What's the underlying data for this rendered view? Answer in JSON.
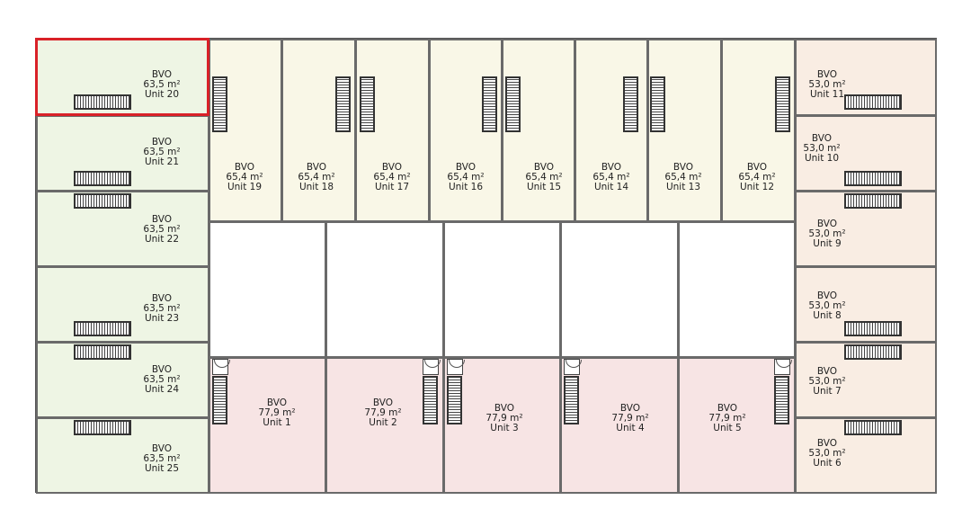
{
  "colors": {
    "green": "#eef5e4",
    "yellow": "#f9f7e7",
    "pink": "#f7e4e4",
    "peach": "#f9ede3",
    "highlight": "#d92128"
  },
  "highlighted_unit": "Unit 20",
  "units": [
    {
      "id": "u20",
      "type": "BVO",
      "area": "63,5 m²",
      "name": "Unit 20",
      "zone": "green"
    },
    {
      "id": "u21",
      "type": "BVO",
      "area": "63,5 m²",
      "name": "Unit 21",
      "zone": "green"
    },
    {
      "id": "u22",
      "type": "BVO",
      "area": "63,5 m²",
      "name": "Unit 22",
      "zone": "green"
    },
    {
      "id": "u23",
      "type": "BVO",
      "area": "63,5 m²",
      "name": "Unit 23",
      "zone": "green"
    },
    {
      "id": "u24",
      "type": "BVO",
      "area": "63,5 m²",
      "name": "Unit 24",
      "zone": "green"
    },
    {
      "id": "u25",
      "type": "BVO",
      "area": "63,5 m²",
      "name": "Unit 25",
      "zone": "green"
    },
    {
      "id": "u19",
      "type": "BVO",
      "area": "65,4 m²",
      "name": "Unit 19",
      "zone": "yellow"
    },
    {
      "id": "u18",
      "type": "BVO",
      "area": "65,4 m²",
      "name": "Unit 18",
      "zone": "yellow"
    },
    {
      "id": "u17",
      "type": "BVO",
      "area": "65,4 m²",
      "name": "Unit 17",
      "zone": "yellow"
    },
    {
      "id": "u16",
      "type": "BVO",
      "area": "65,4 m²",
      "name": "Unit 16",
      "zone": "yellow"
    },
    {
      "id": "u15",
      "type": "BVO",
      "area": "65,4 m²",
      "name": "Unit 15",
      "zone": "yellow"
    },
    {
      "id": "u14",
      "type": "BVO",
      "area": "65,4 m²",
      "name": "Unit 14",
      "zone": "yellow"
    },
    {
      "id": "u13",
      "type": "BVO",
      "area": "65,4 m²",
      "name": "Unit 13",
      "zone": "yellow"
    },
    {
      "id": "u12",
      "type": "BVO",
      "area": "65,4 m²",
      "name": "Unit 12",
      "zone": "yellow"
    },
    {
      "id": "u11",
      "type": "BVO",
      "area": "53,0 m²",
      "name": "Unit 11",
      "zone": "peach"
    },
    {
      "id": "u10",
      "type": "BVO",
      "area": "53,0 m²",
      "name": "Unit 10",
      "zone": "peach"
    },
    {
      "id": "u9",
      "type": "BVO",
      "area": "53,0 m²",
      "name": "Unit 9",
      "zone": "peach"
    },
    {
      "id": "u8",
      "type": "BVO",
      "area": "53,0 m²",
      "name": "Unit 8",
      "zone": "peach"
    },
    {
      "id": "u7",
      "type": "BVO",
      "area": "53,0 m²",
      "name": "Unit 7",
      "zone": "peach"
    },
    {
      "id": "u6",
      "type": "BVO",
      "area": "53,0 m²",
      "name": "Unit 6",
      "zone": "peach"
    },
    {
      "id": "u1",
      "type": "BVO",
      "area": "77,9 m²",
      "name": "Unit 1",
      "zone": "pink"
    },
    {
      "id": "u2",
      "type": "BVO",
      "area": "77,9 m²",
      "name": "Unit 2",
      "zone": "pink"
    },
    {
      "id": "u3",
      "type": "BVO",
      "area": "77,9 m²",
      "name": "Unit 3",
      "zone": "pink"
    },
    {
      "id": "u4",
      "type": "BVO",
      "area": "77,9 m²",
      "name": "Unit 4",
      "zone": "pink"
    },
    {
      "id": "u5",
      "type": "BVO",
      "area": "77,9 m²",
      "name": "Unit 5",
      "zone": "pink"
    }
  ]
}
